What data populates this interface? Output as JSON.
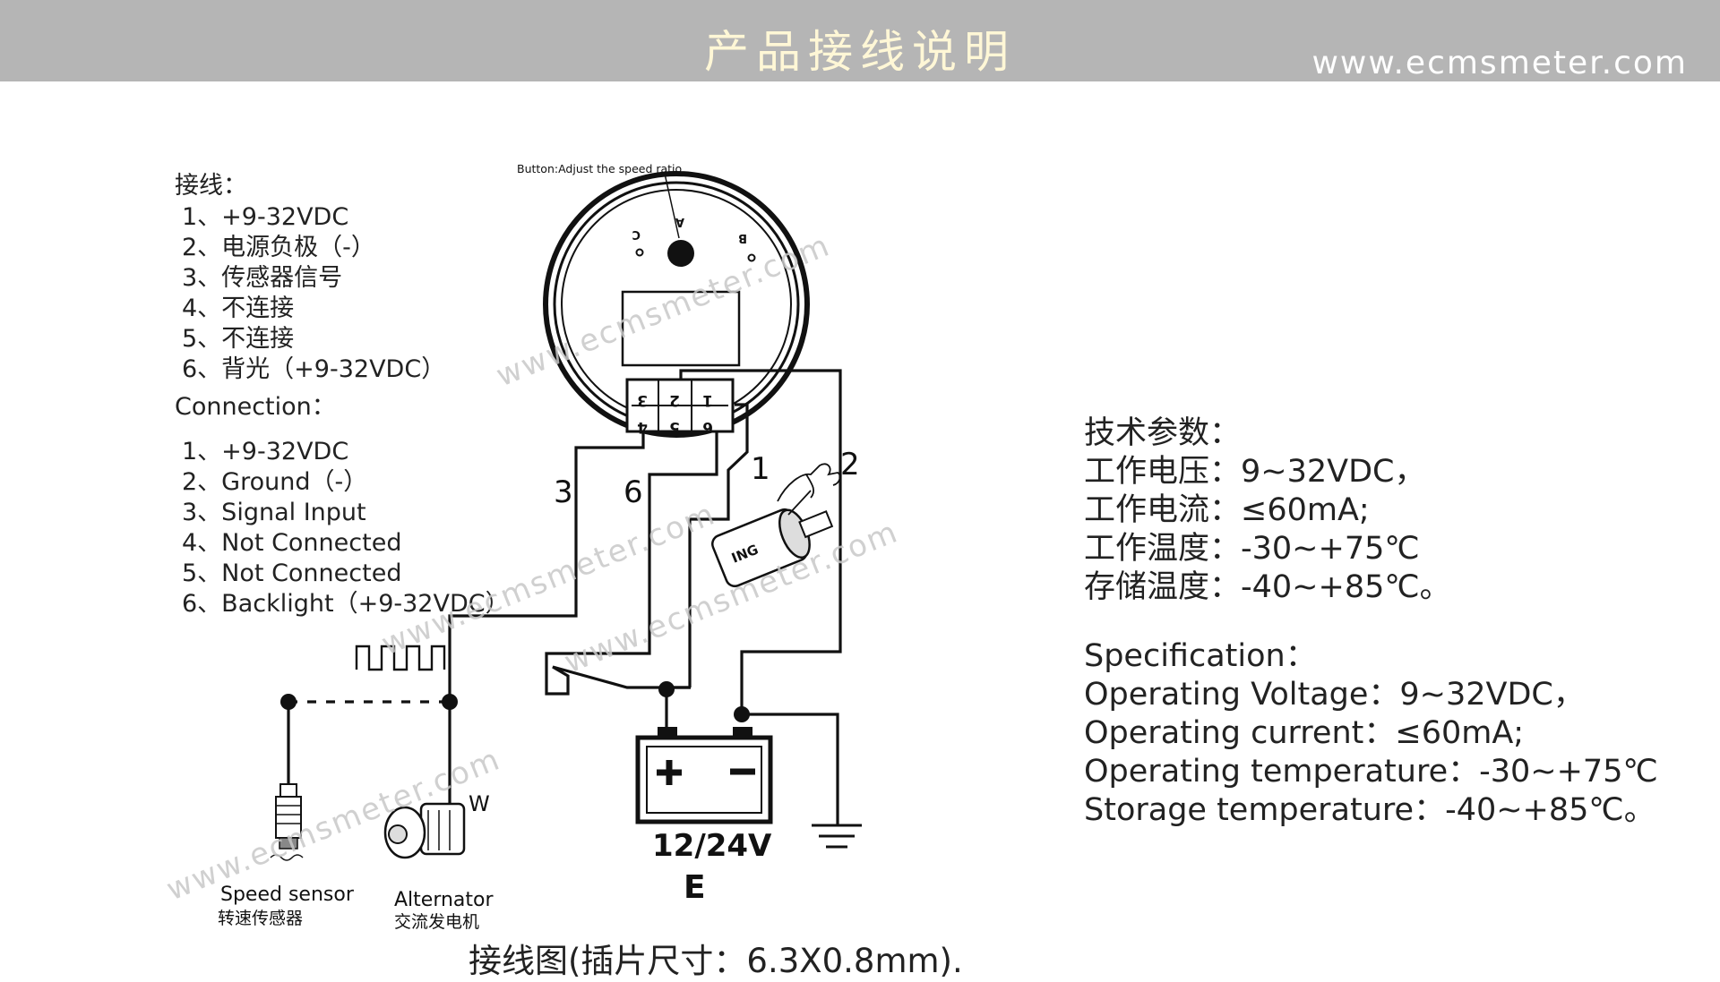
{
  "header": {
    "title": "产品接线说明",
    "website": "www.ecmsmeter.com"
  },
  "wiring_cn": {
    "heading": "接线：",
    "items": [
      "1、+9-32VDC",
      "2、电源负极（-）",
      "3、传感器信号",
      "4、不连接",
      "5、不连接",
      "6、背光（+9-32VDC）"
    ]
  },
  "wiring_en": {
    "heading": "Connection：",
    "items": [
      "1、+9-32VDC",
      "2、Ground（-）",
      "3、Signal  Input",
      "4、Not Connected",
      "5、Not Connected",
      "6、Backlight（+9-32VDC）"
    ]
  },
  "gauge": {
    "button_label": "Button:Adjust the speed ratio",
    "button_letters": [
      "C",
      "A",
      "B"
    ],
    "pins_top": [
      "3",
      "2",
      "1"
    ],
    "pins_bottom": [
      "4",
      "5",
      "6"
    ]
  },
  "wire_labels": {
    "w3": "3",
    "w6": "6",
    "w1": "1",
    "w2": "2"
  },
  "ignition_label": "ING",
  "battery": {
    "plus": "+",
    "minus": "−",
    "voltage": "12/24V",
    "ground_label": "E"
  },
  "sensors": {
    "speed_sensor_en": "Speed sensor",
    "speed_sensor_cn": "转速传感器",
    "alternator_en": "Alternator",
    "alternator_cn": "交流发电机",
    "alternator_terminal": "W"
  },
  "spec_cn": {
    "heading": "技术参数：",
    "lines": [
      "工作电压：9~32VDC，",
      "工作电流：≤60mA;",
      "工作温度：-30~+75℃",
      "存储温度：-40~+85℃。"
    ]
  },
  "spec_en": {
    "heading": "Specification：",
    "lines": [
      "Operating Voltage：9~32VDC，",
      "Operating current：≤60mA;",
      "Operating temperature：-30~+75℃",
      "Storage temperature：-40~+85℃。"
    ]
  },
  "caption": {
    "cn": "接线图",
    "rest": "(插片尺寸：6.3X0.8mm)."
  },
  "watermark": "www.ecmsmeter.com",
  "colors": {
    "header_bg": "#b5b5b5",
    "title_color": "#fff7d6",
    "line_color": "#111111",
    "watermark_color": "#c8c8c8"
  }
}
